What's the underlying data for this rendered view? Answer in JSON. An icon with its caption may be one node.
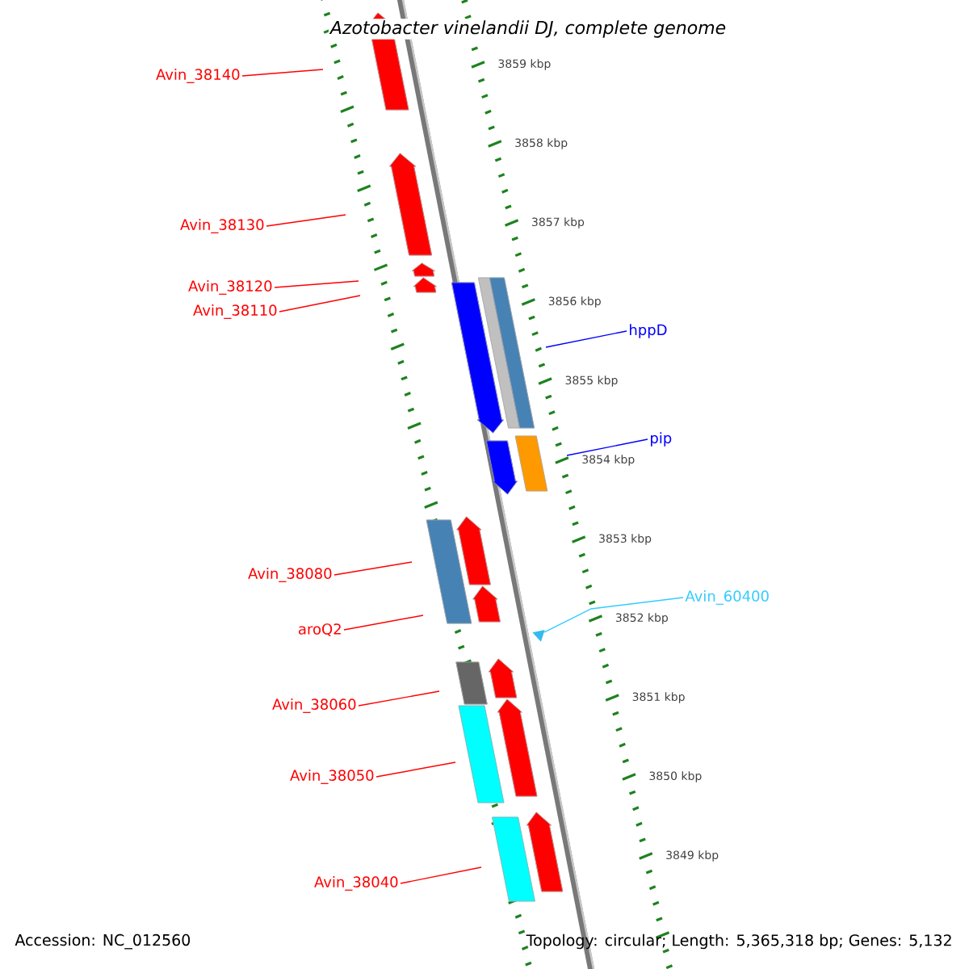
{
  "diagram": {
    "title": "Azotobacter vinelandii DJ, complete genome",
    "nodes": [
      {
        "text": [
          "Avin_38140"
        ]
      },
      {
        "text": [
          "Avin_38130"
        ]
      },
      {
        "text": [
          "Avin_38120"
        ]
      },
      {
        "text": [
          "Avin_38110"
        ]
      },
      {
        "text": [
          "hppD"
        ]
      },
      {
        "text": [
          "pip"
        ]
      },
      {
        "text": [
          "Avin_38080"
        ]
      },
      {
        "text": [
          "aroQ2"
        ]
      },
      {
        "text": [
          "Avin_60400"
        ]
      },
      {
        "text": [
          "Avin_38060"
        ]
      },
      {
        "text": [
          "Avin_38050"
        ]
      },
      {
        "text": [
          "Avin_38040"
        ]
      },
      {
        "text": [],
        "shape": "triangle"
      }
    ],
    "edges": [
      {
        "from": 0,
        "to": null,
        "arrow": "none"
      },
      {
        "from": 1,
        "to": null,
        "arrow": "none"
      },
      {
        "from": 2,
        "to": null,
        "arrow": "none"
      },
      {
        "from": 3,
        "to": null,
        "arrow": "none"
      },
      {
        "from": 4,
        "to": null,
        "arrow": "none",
        "color": "#0000ff"
      },
      {
        "from": 5,
        "to": null,
        "arrow": "none",
        "color": "#0000ff"
      },
      {
        "from": 6,
        "to": null,
        "arrow": "none"
      },
      {
        "from": 7,
        "to": null,
        "arrow": "none"
      },
      {
        "from": 8,
        "to": 12,
        "arrow": "none",
        "color": "#33ccff"
      },
      {
        "from": 9,
        "to": null,
        "arrow": "none"
      },
      {
        "from": 10,
        "to": null,
        "arrow": "none"
      },
      {
        "from": 11,
        "to": null,
        "arrow": "none"
      }
    ],
    "labels": [
      "3859 kbp",
      "3858 kbp",
      "3857 kbp",
      "3856 kbp",
      "3855 kbp",
      "3854 kbp",
      "3853 kbp",
      "3852 kbp",
      "3851 kbp",
      "3850 kbp",
      "3849 kbp",
      "Accession: NC_012560",
      "Topology: circular; Length: 5,365,318 bp; Genes: 5,132"
    ]
  }
}
